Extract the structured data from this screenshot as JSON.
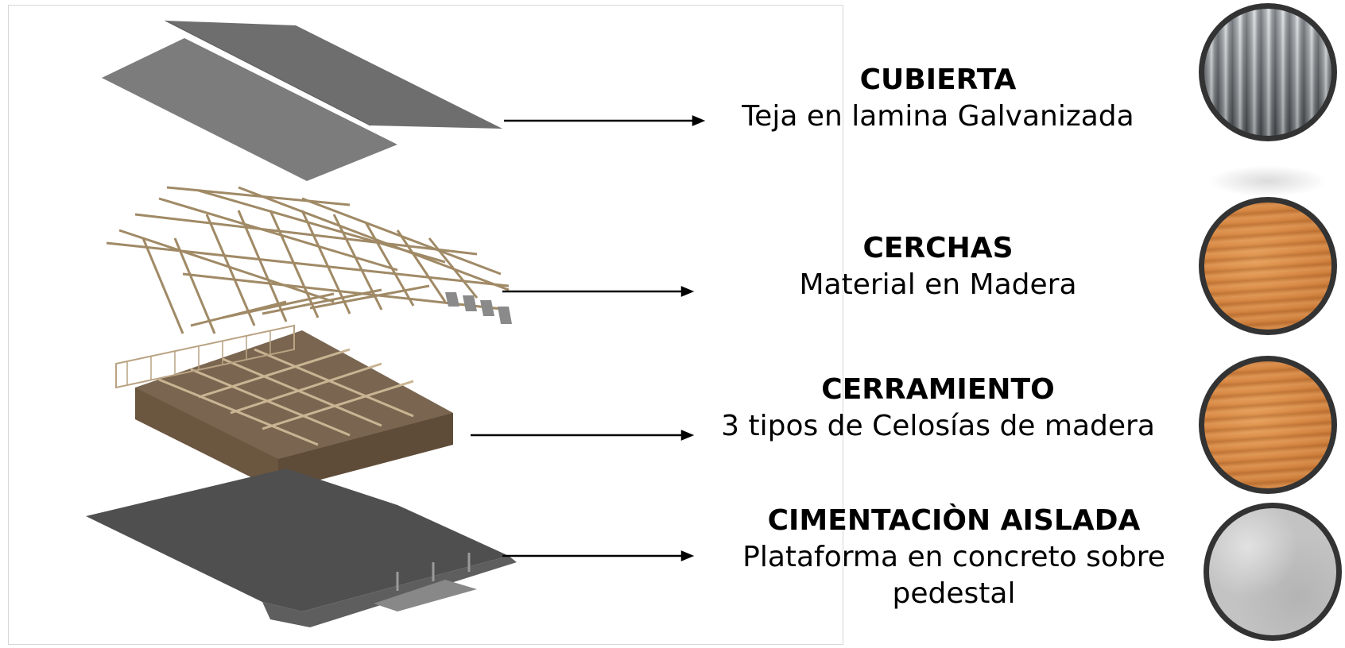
{
  "layers": [
    {
      "id": "cubierta",
      "title": "CUBIERTA",
      "desc": [
        "Teja en lamina Galvanizada"
      ],
      "material": "galvanized-metal"
    },
    {
      "id": "cerchas",
      "title": "CERCHAS",
      "desc": [
        "Material en Madera"
      ],
      "material": "wood"
    },
    {
      "id": "cerramiento",
      "title": "CERRAMIENTO",
      "desc": [
        "3 tipos de Celosías de madera"
      ],
      "material": "wood"
    },
    {
      "id": "cimentacion",
      "title": "CIMENTACIÒN AISLADA",
      "desc": [
        "Plataforma en concreto sobre",
        "pedestal"
      ],
      "material": "concrete"
    }
  ],
  "colors": {
    "roof": "#777777",
    "roof_dark": "#6a6a6a",
    "truss": "#a8946f",
    "wall": "#6b5640",
    "wall_light": "#b9a383",
    "slab": "#4f4f4f",
    "arrow": "#000000"
  }
}
